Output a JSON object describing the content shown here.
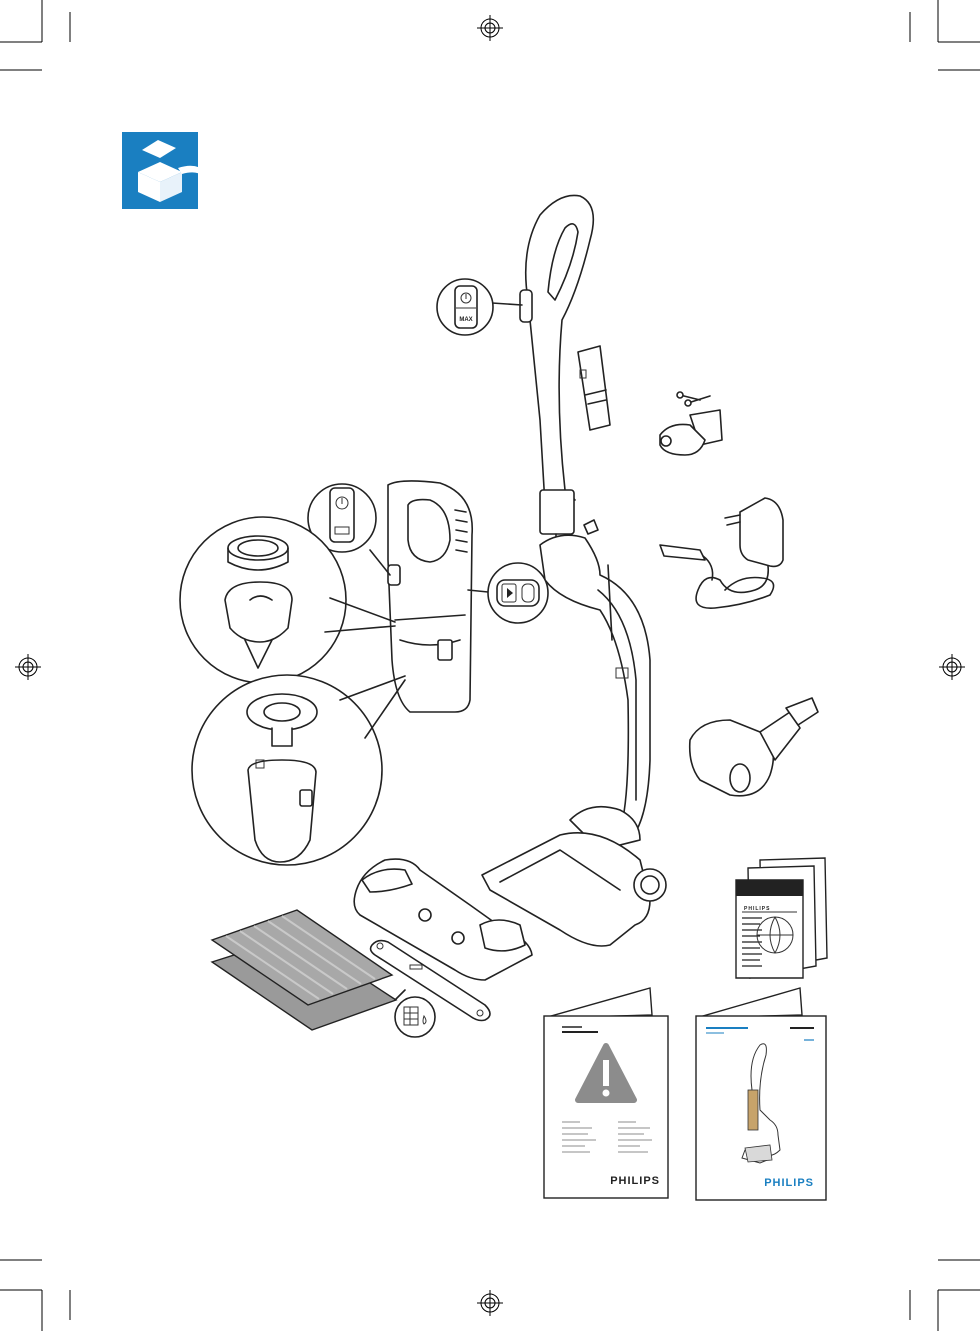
{
  "icons": {
    "unpack": "unpack-box-icon",
    "power_max": "power-max-icon",
    "battery_power": "battery-power-icon",
    "release": "release-button-icon",
    "wet_cloth": "wet-cloth-icon",
    "warning": "warning-triangle-icon",
    "registration": "registration-mark-icon"
  },
  "buttons": {
    "max_label": "MAX"
  },
  "booklets": {
    "quick_start_brand": "PHILIPS",
    "safety_brand": "PHILIPS",
    "user_manual_brand": "PHILIPS"
  },
  "colors": {
    "accent_blue": "#1a7fc1",
    "ink": "#222222",
    "cloth": "#9a9a9a"
  }
}
